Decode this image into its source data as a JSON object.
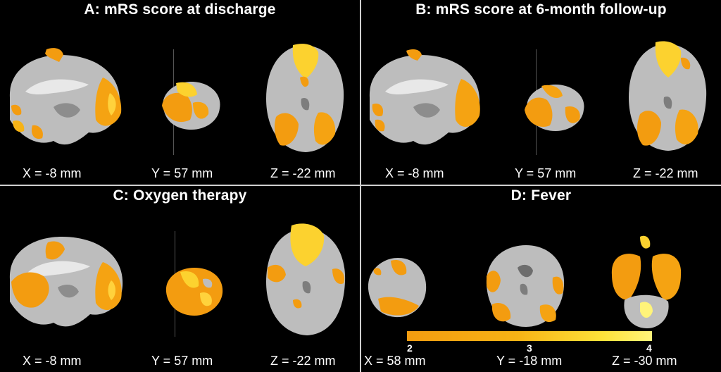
{
  "panels": [
    {
      "title": "A: mRS score at discharge",
      "coords": [
        "X = -8 mm",
        "Y = 57 mm",
        "Z = -22 mm"
      ]
    },
    {
      "title": "B: mRS score at 6-month follow-up",
      "coords": [
        "X = -8 mm",
        "Y = 57 mm",
        "Z = -22 mm"
      ]
    },
    {
      "title": "C: Oxygen therapy",
      "coords": [
        "X = -8 mm",
        "Y = 57 mm",
        "Z = -22 mm"
      ]
    },
    {
      "title": "D: Fever",
      "coords": [
        "X = 58 mm",
        "Y = -18 mm",
        "Z = -30 mm"
      ]
    }
  ],
  "colorbar": {
    "ticks": [
      "2",
      "3",
      "4"
    ],
    "min": 2,
    "max": 4
  },
  "colors": {
    "background": "#000000",
    "activation_low": "#f39c10",
    "activation_high": "#fff47a",
    "brain_tissue": "#b8b8b8"
  }
}
